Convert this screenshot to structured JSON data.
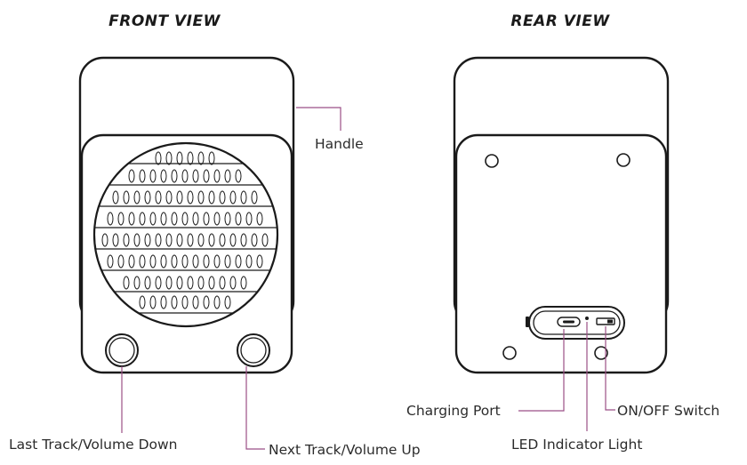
{
  "front_view": {
    "title": "FRONT VIEW",
    "callouts": {
      "handle": "Handle",
      "last_track": "Last Track/Volume Down",
      "next_track": "Next Track/Volume Up"
    }
  },
  "rear_view": {
    "title": "REAR VIEW",
    "callouts": {
      "charging_port": "Charging Port",
      "led": "LED Indicator Light",
      "switch": "ON/OFF Switch"
    }
  },
  "colors": {
    "outline": "#1a1a1a",
    "leader_line": "#9b4f86",
    "text": "#2b2b2b"
  }
}
